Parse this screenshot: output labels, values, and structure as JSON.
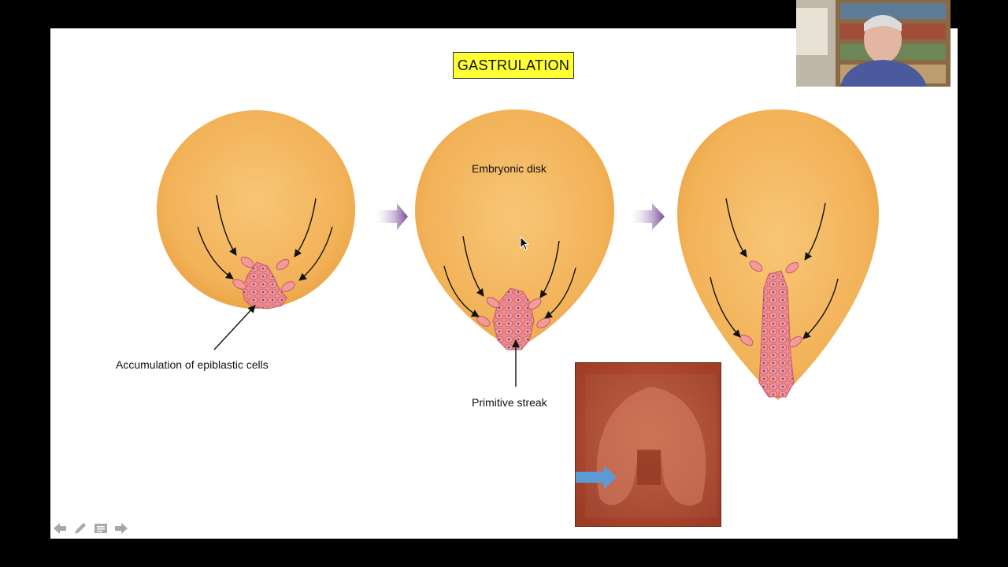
{
  "slide": {
    "title": "GASTRULATION",
    "labels": {
      "accumulation": "Accumulation of epiblastic cells",
      "embryonic_disk": "Embryonic disk",
      "primitive_streak": "Primitive streak"
    }
  },
  "colors": {
    "disk": "#f3b255",
    "disk_edge": "#e9a040",
    "cells": "#f08a8a",
    "cell_nucleus": "#6d4fa0",
    "stage_arrow": "#8a5aa6",
    "title_bg": "#ffff33",
    "photo_bg": "#b24a2e",
    "photo_arrow": "#5b9bd5"
  },
  "icons": {
    "previous": "arrow-left-icon",
    "pen": "pen-icon",
    "menu": "slide-menu-icon",
    "next": "arrow-right-icon"
  }
}
